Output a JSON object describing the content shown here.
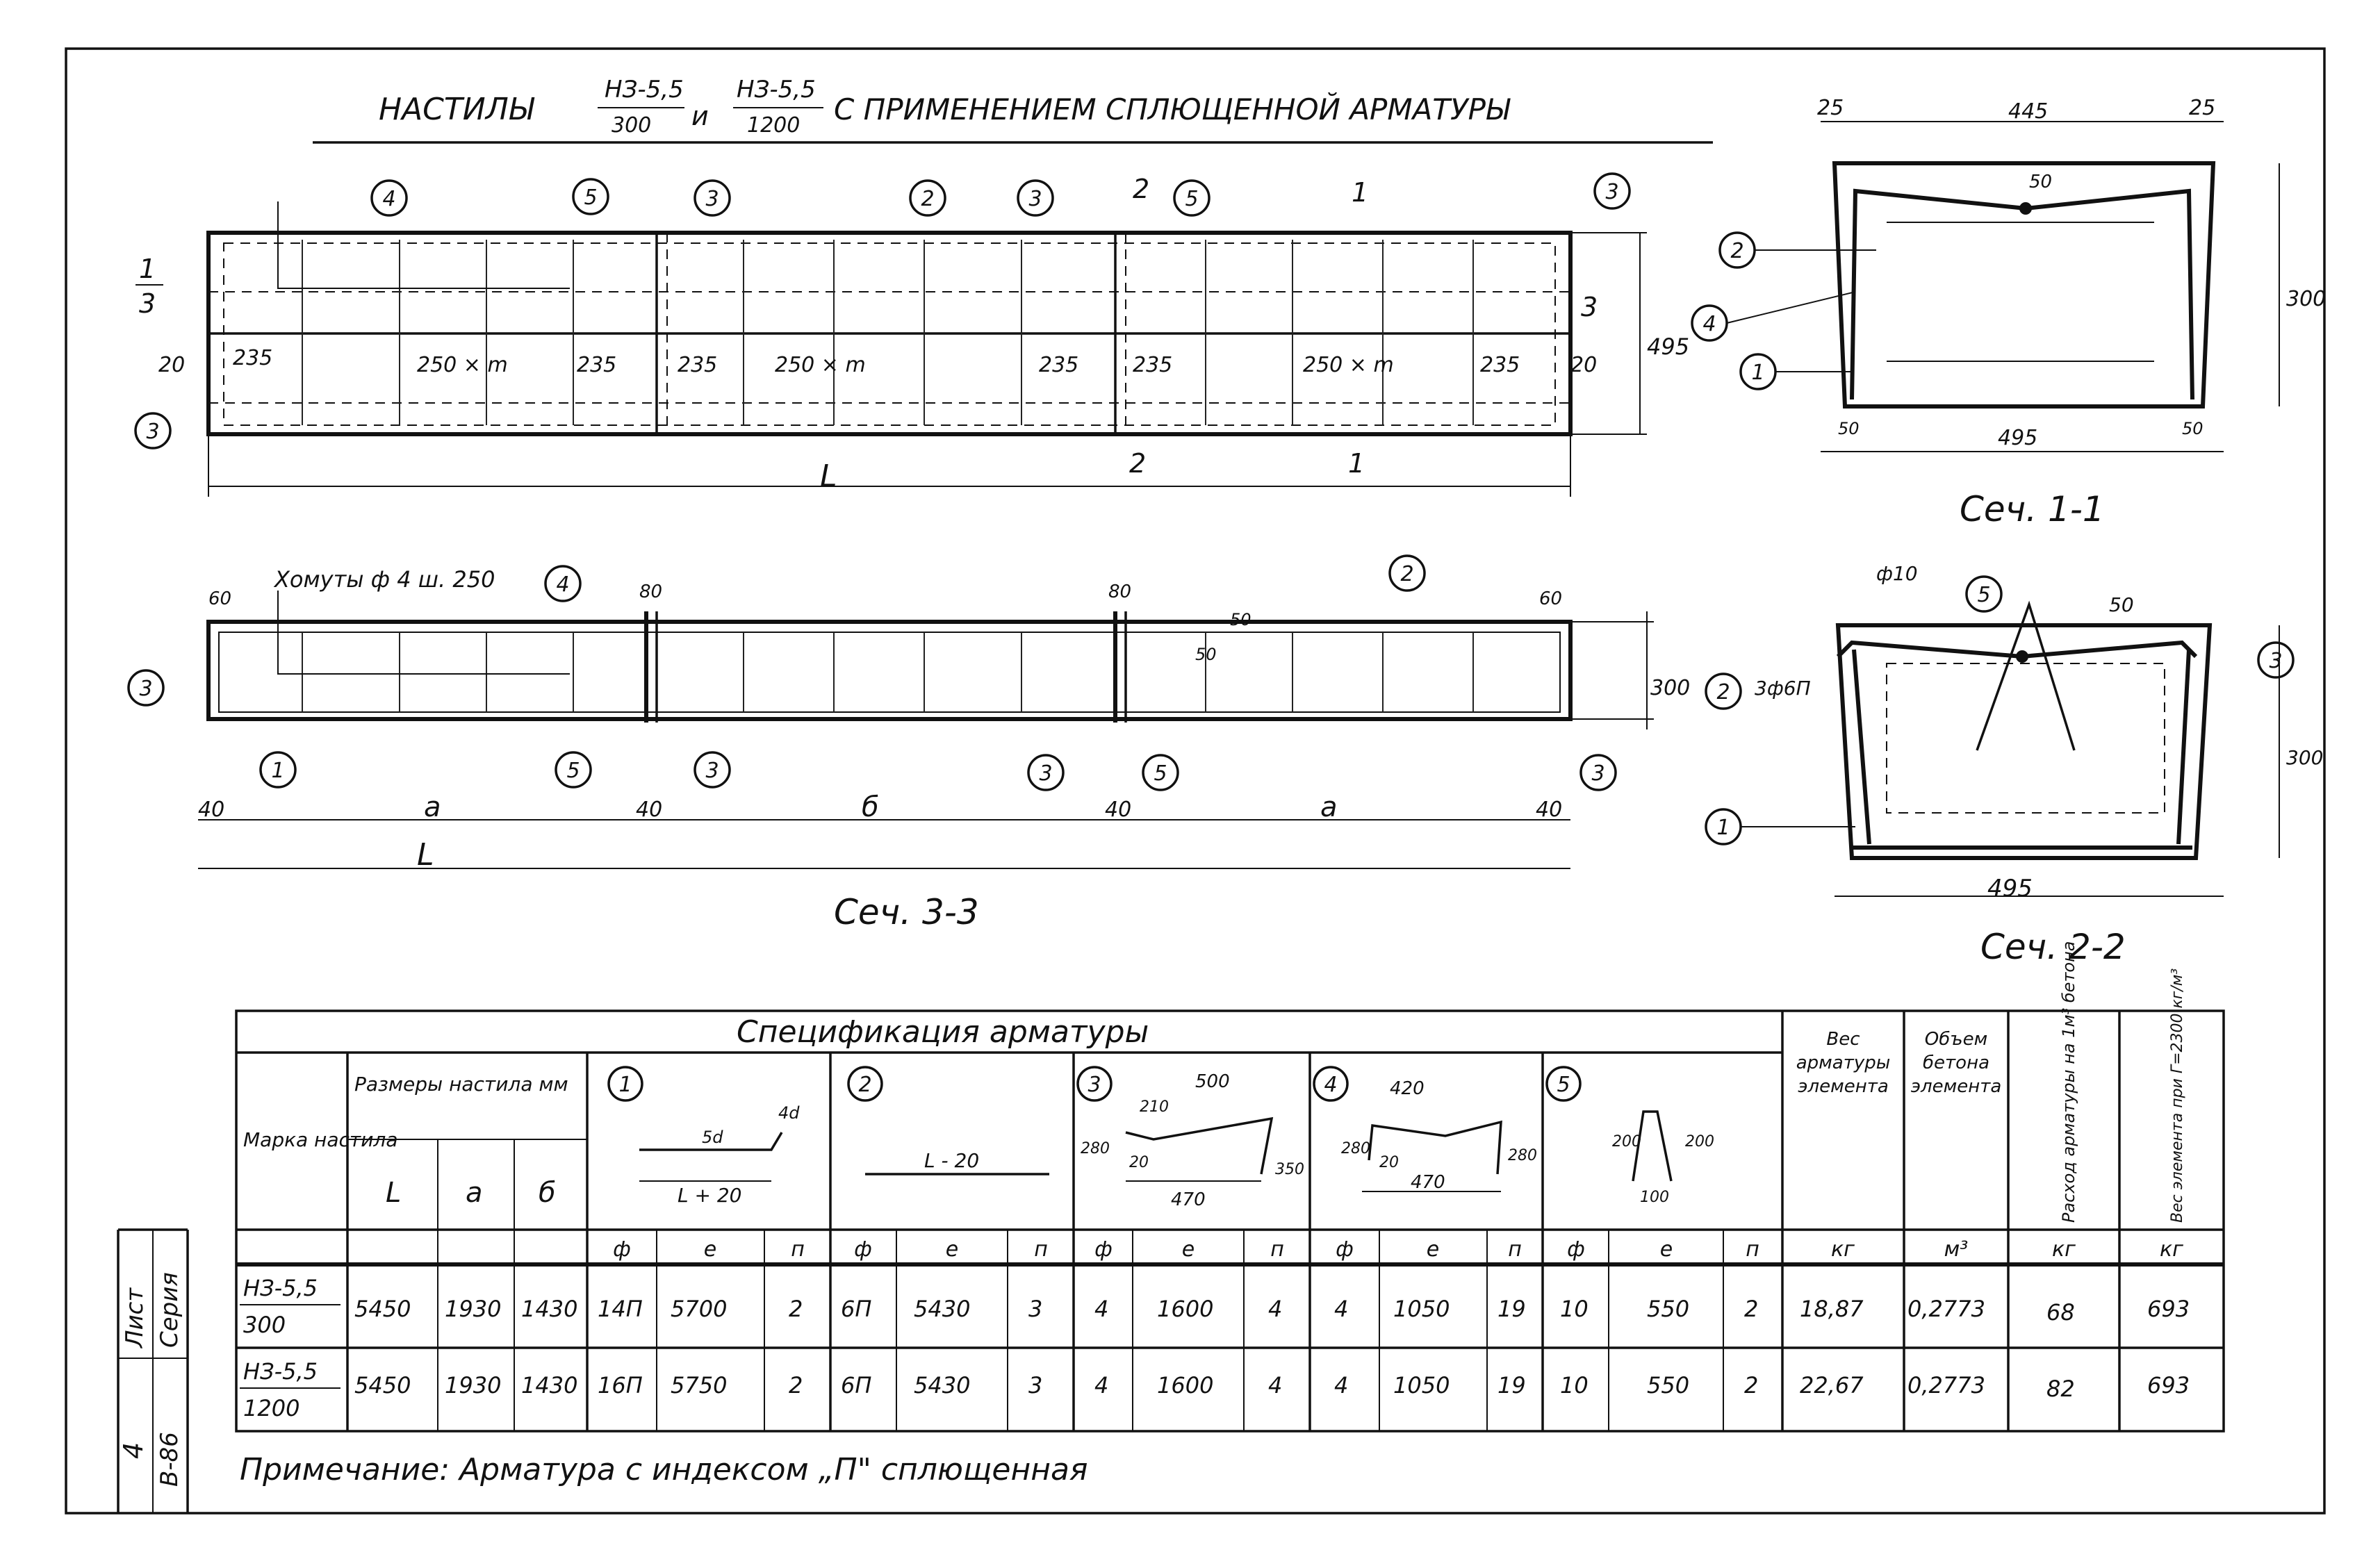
{
  "title": {
    "prefix": "НАСТИЛЫ",
    "mark1_top": "НЗ-5,5",
    "mark1_bottom": "300",
    "joiner": "и",
    "mark2_top": "НЗ-5,5",
    "mark2_bottom": "1200",
    "suffix": "С ПРИМЕНЕНИЕМ СПЛЮЩЕННОЙ АРМАТУРЫ"
  },
  "plan_view": {
    "dims": [
      "20",
      "235",
      "250 × m",
      "235",
      "235",
      "250 × m",
      "235",
      "235",
      "250 × m",
      "235",
      "20"
    ],
    "height_dim": "495",
    "length_label": "L",
    "cut_labels": [
      "1",
      "3",
      "3",
      "2",
      "1",
      "2",
      "1"
    ],
    "callouts": [
      "4",
      "5",
      "3",
      "2",
      "3",
      "5",
      "3",
      "3"
    ]
  },
  "section_33": {
    "stirrup_note": "Хомуты ф 4 ш. 250",
    "dims_top": [
      "60",
      "80",
      "80",
      "60"
    ],
    "dims_bottom": [
      "40",
      "a",
      "40",
      "б",
      "40",
      "a",
      "40"
    ],
    "height_dim": "300",
    "small_dims": [
      "50",
      "50"
    ],
    "length_label": "L",
    "caption": "Сеч. 3-3",
    "callouts": [
      "3",
      "1",
      "4",
      "5",
      "3",
      "2",
      "3",
      "5",
      "3"
    ]
  },
  "section_11": {
    "dims": [
      "25",
      "445",
      "25",
      "50",
      "300",
      "50",
      "50",
      "495"
    ],
    "caption": "Сеч. 1-1",
    "callouts": [
      "2",
      "4",
      "1"
    ]
  },
  "section_22": {
    "dims": [
      "ф10",
      "50",
      "3ф6П",
      "300",
      "495"
    ],
    "caption": "Сеч. 2-2",
    "callouts": [
      "5",
      "2",
      "3",
      "1"
    ]
  },
  "table": {
    "title": "Спецификация арматуры",
    "col_mark": "Марка настила",
    "col_sizes": "Размеры настила мм",
    "col_L": "L",
    "col_a": "a",
    "col_b": "б",
    "bar1_dims": [
      "4d",
      "5d",
      "L + 20"
    ],
    "bar2_dims": [
      "L - 20"
    ],
    "bar3_dims": [
      "500",
      "210",
      "280",
      "20",
      "350",
      "470"
    ],
    "bar4_dims": [
      "420",
      "280",
      "20",
      "470",
      "280"
    ],
    "bar5_dims": [
      "200",
      "200",
      "100"
    ],
    "bar_nums": [
      "1",
      "2",
      "3",
      "4",
      "5"
    ],
    "sub_headers": [
      "ф",
      "е",
      "п"
    ],
    "col_weight": "Вес арматуры элемента",
    "col_weight_unit": "кг",
    "col_volume": "Объем бетона элемента",
    "col_volume_unit": "м³",
    "col_rate": "Расход арматуры на 1м³ бетона",
    "col_rate_unit": "кг",
    "col_elem": "Вес элемента при Г=2300 кг/м³",
    "col_elem_unit": "кг",
    "rows": [
      {
        "mark_top": "НЗ-5,5",
        "mark_bottom": "300",
        "L": "5450",
        "a": "1930",
        "b": "1430",
        "b1": [
          "14П",
          "5700",
          "2"
        ],
        "b2": [
          "6П",
          "5430",
          "3"
        ],
        "b3": [
          "4",
          "1600",
          "4"
        ],
        "b4": [
          "4",
          "1050",
          "19"
        ],
        "b5": [
          "10",
          "550",
          "2"
        ],
        "weight": "18,87",
        "volume": "0,2773",
        "rate": "68",
        "elem": "693"
      },
      {
        "mark_top": "НЗ-5,5",
        "mark_bottom": "1200",
        "L": "5450",
        "a": "1930",
        "b": "1430",
        "b1": [
          "16П",
          "5750",
          "2"
        ],
        "b2": [
          "6П",
          "5430",
          "3"
        ],
        "b3": [
          "4",
          "1600",
          "4"
        ],
        "b4": [
          "4",
          "1050",
          "19"
        ],
        "b5": [
          "10",
          "550",
          "2"
        ],
        "weight": "22,67",
        "volume": "0,2773",
        "rate": "82",
        "elem": "693"
      }
    ],
    "note": "Примечание: Арматура с индексом „П\" сплющенная"
  },
  "stamp": {
    "series": "Серия",
    "series_no": "В-86",
    "sheet": "Лист",
    "sheet_no": "4"
  }
}
